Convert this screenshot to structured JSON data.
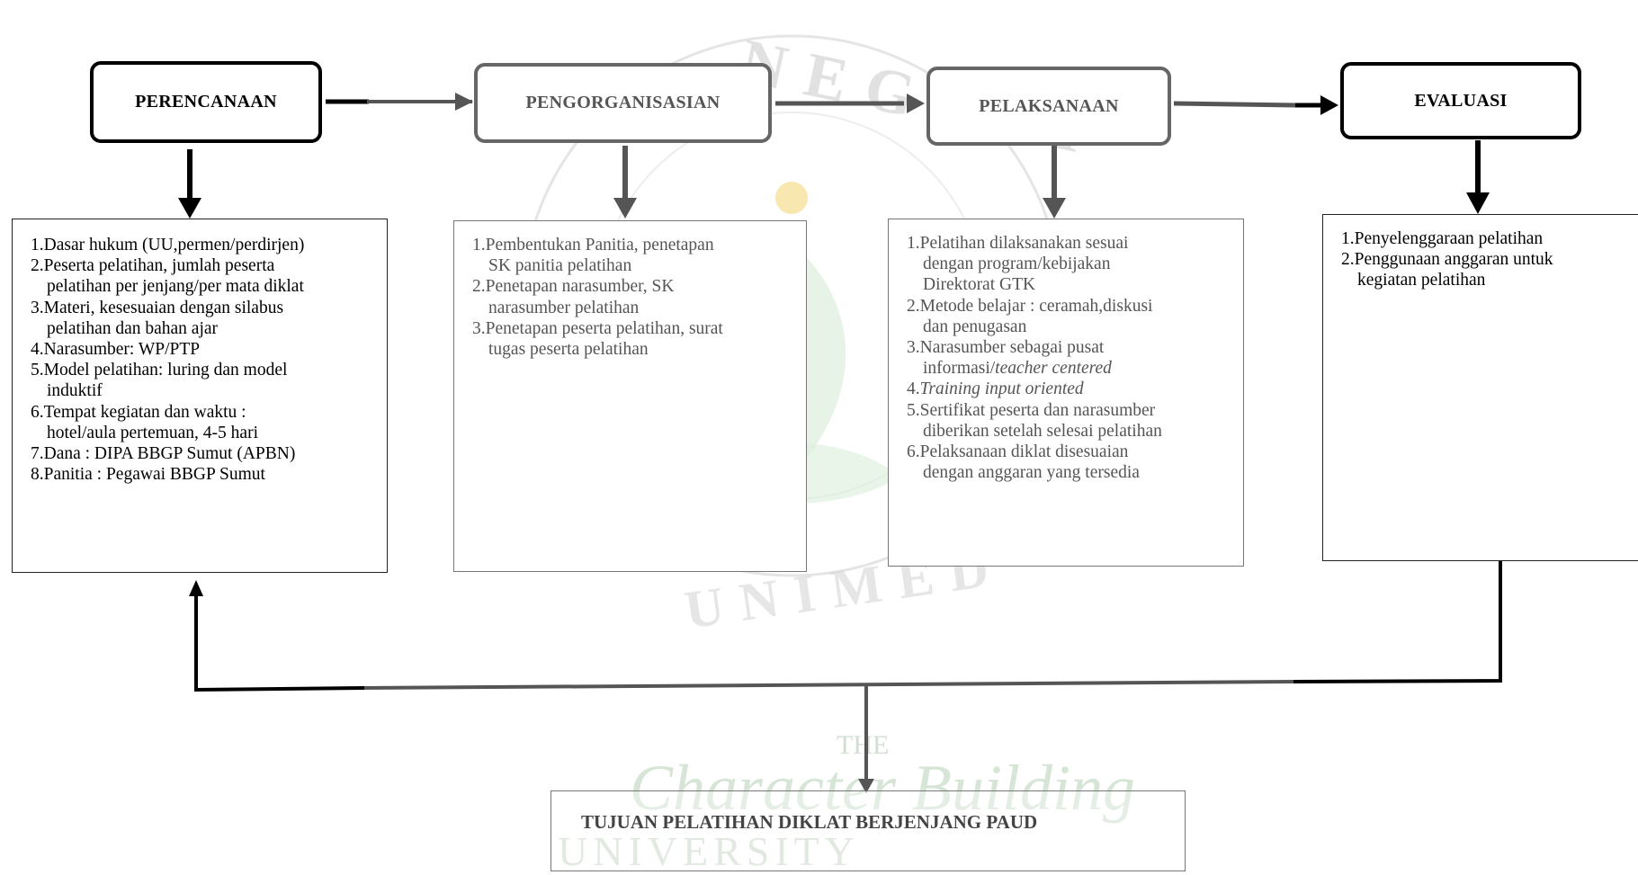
{
  "stages": [
    {
      "id": "perencanaan",
      "title": "PERENCANAAN"
    },
    {
      "id": "pengorganisasian",
      "title": "PENGORGANISASIAN"
    },
    {
      "id": "pelaksanaan",
      "title": "PELAKSANAAN"
    },
    {
      "id": "evaluasi",
      "title": "EVALUASI"
    }
  ],
  "perencanaan_items": [
    [
      "1.",
      "Dasar hukum (UU,permen/perdirjen)"
    ],
    [
      "2.",
      "Peserta pelatihan, jumlah peserta",
      "pelatihan per jenjang/per mata diklat"
    ],
    [
      "3.",
      "Materi, kesesuaian dengan silabus",
      "pelatihan dan bahan ajar"
    ],
    [
      "4.",
      "Narasumber: WP/PTP"
    ],
    [
      "5.",
      "Model pelatihan: luring dan model",
      "induktif"
    ],
    [
      "6.",
      "Tempat kegiatan dan waktu :",
      "hotel/aula pertemuan, 4-5 hari"
    ],
    [
      "7.",
      "Dana : DIPA BBGP Sumut (APBN)"
    ],
    [
      "8.",
      "Panitia : Pegawai BBGP Sumut"
    ]
  ],
  "pengorganisasian_items": [
    [
      "1.",
      "Pembentukan Panitia, penetapan",
      "SK panitia pelatihan"
    ],
    [
      "2.",
      "Penetapan narasumber, SK",
      "narasumber pelatihan"
    ],
    [
      "3.",
      "Penetapan peserta pelatihan, surat",
      "tugas peserta pelatihan"
    ]
  ],
  "pelaksanaan_items": [
    [
      "1.",
      "Pelatihan dilaksanakan sesuai",
      "dengan program/kebijakan",
      "Direktorat GTK"
    ],
    [
      "2.",
      "Metode belajar : ceramah,diskusi",
      "dan penugasan"
    ],
    [
      "3.",
      "Narasumber sebagai pusat",
      "informasi/",
      "teacher centered"
    ],
    [
      "4.",
      "Training input oriented"
    ],
    [
      "5.",
      "Sertifikat peserta dan narasumber",
      "diberikan setelah selesai pelatihan"
    ],
    [
      "6.",
      "Pelaksanaan diklat disesuaian",
      "dengan anggaran yang tersedia"
    ]
  ],
  "evaluasi_items": [
    [
      "1.",
      "Penyelenggaraan pelatihan"
    ],
    [
      "2.",
      "Penggunaan anggaran untuk",
      "kegiatan pelatihan"
    ]
  ],
  "goal": "TUJUAN PELATIHAN DIKLAT BERJENJANG PAUD",
  "watermark": {
    "top_arc": "NEGERI",
    "bottom_arc": "UNIMED",
    "line1": "THE",
    "line2": "Character Building",
    "line3": "UNIVERSITY"
  }
}
